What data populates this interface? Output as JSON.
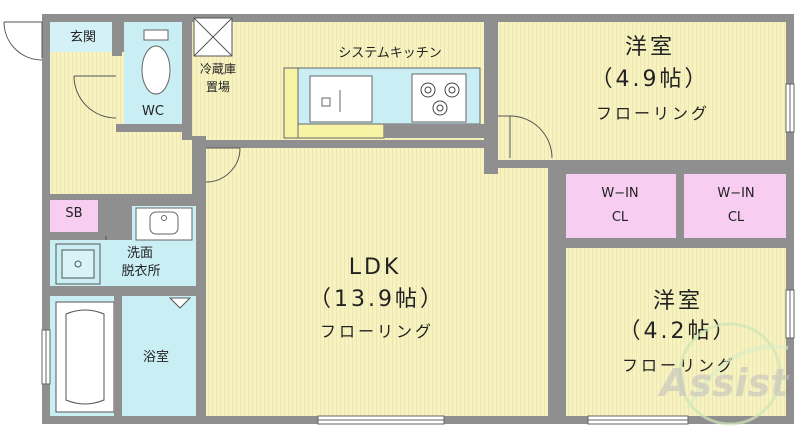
{
  "rooms": {
    "entrance": "玄関",
    "wc": "WC",
    "fridge": [
      "冷蔵庫",
      "置場"
    ],
    "kitchen": "システムキッチン",
    "western1": {
      "name": "洋室",
      "size": "（4.9帖）",
      "floor": "フローリング"
    },
    "sb": "SB",
    "wic1": [
      "W−IN",
      "CL"
    ],
    "wic2": [
      "W−IN",
      "CL"
    ],
    "washroom": [
      "洗面",
      "脱衣所"
    ],
    "ldk": {
      "name": "LDK",
      "size": "（13.9帖）",
      "floor": "フローリング"
    },
    "western2": {
      "name": "洋室",
      "size": "（4.2帖）",
      "floor": "フローリング"
    },
    "bath": "浴室"
  },
  "logo": {
    "text": "Assist"
  },
  "colors": {
    "wall": "#8f8f8f",
    "floor": "#f6f2c2",
    "wet": "#c9eef4",
    "closet": "#f7cdf2",
    "outline": "#666666"
  }
}
